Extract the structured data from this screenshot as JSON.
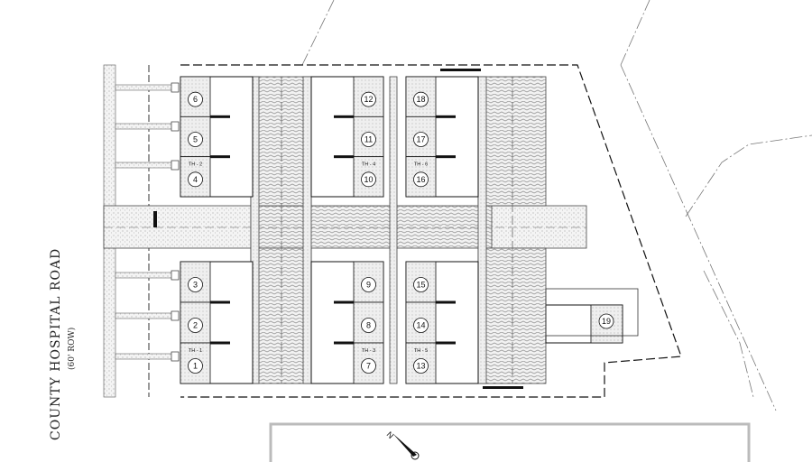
{
  "road": {
    "name": "COUNTY HOSPITAL ROAD",
    "row": "(60' ROW)"
  },
  "north_label": "N",
  "units": [
    {
      "number": "6"
    },
    {
      "number": "5"
    },
    {
      "number": "4",
      "th": "TH - 2"
    },
    {
      "number": "12"
    },
    {
      "number": "11"
    },
    {
      "number": "10",
      "th": "TH - 4"
    },
    {
      "number": "18"
    },
    {
      "number": "17"
    },
    {
      "number": "16",
      "th": "TH - 6"
    },
    {
      "number": "3"
    },
    {
      "number": "2"
    },
    {
      "number": "1",
      "th": "TH - 1"
    },
    {
      "number": "9"
    },
    {
      "number": "8"
    },
    {
      "number": "7",
      "th": "TH - 3"
    },
    {
      "number": "15"
    },
    {
      "number": "14"
    },
    {
      "number": "13",
      "th": "TH - 5"
    },
    {
      "number": "19"
    }
  ],
  "colors": {
    "line": "#111111",
    "paving": "#cfcfcf",
    "stipple": "#e6e6e6"
  }
}
